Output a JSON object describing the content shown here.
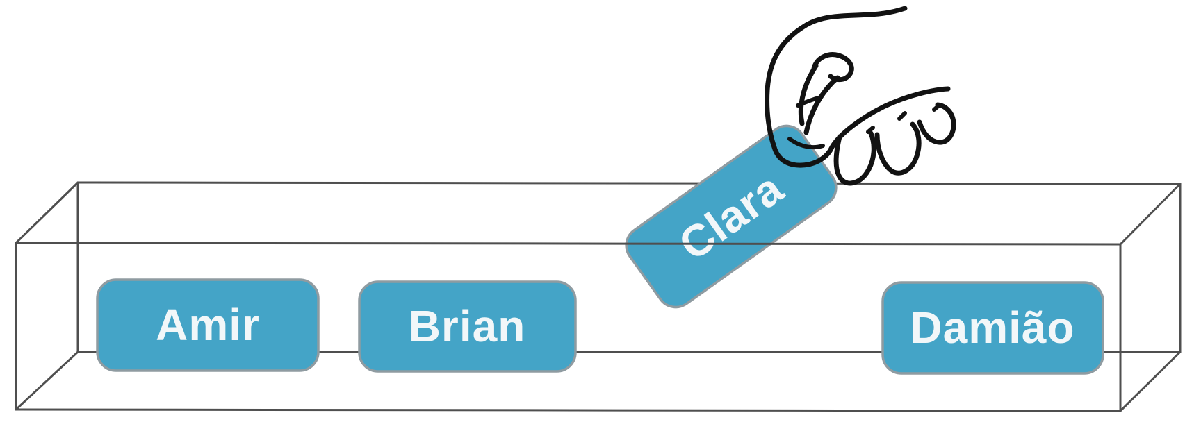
{
  "figure": {
    "box_items": [
      {
        "label": "Amir"
      },
      {
        "label": "Brian"
      },
      {
        "label": "Damião"
      }
    ],
    "inserted_item": {
      "label": "Clara"
    }
  },
  "colors": {
    "tag_fill": "#44A4C7",
    "tag_border": "#8F9BA1",
    "tag_text": "#F2F7F9",
    "box_outline": "#4F4F4F",
    "hand_stroke": "#121212",
    "background": "#FFFFFF"
  }
}
